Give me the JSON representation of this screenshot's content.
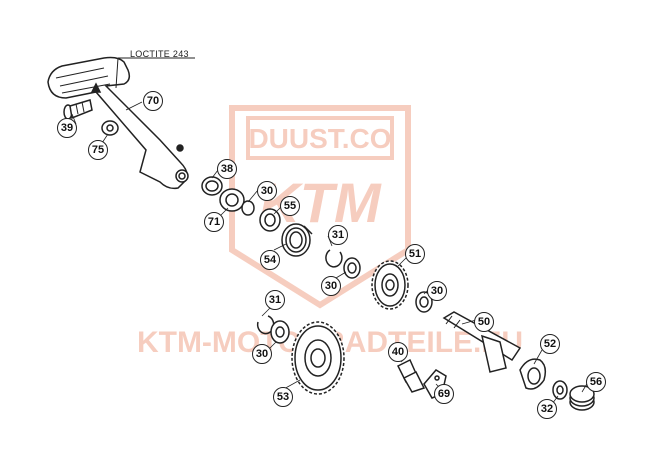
{
  "watermark": {
    "logo_text": "DUUST.CO",
    "brand_text": "KTM",
    "site_text": "KTM-MOTORRADTEILE.EU",
    "color": "#e8714a"
  },
  "note": {
    "text": "LOCTITE 243"
  },
  "callouts": [
    "70",
    "39",
    "75",
    "38",
    "30",
    "71",
    "55",
    "54",
    "31",
    "30",
    "51",
    "30",
    "50",
    "31",
    "30",
    "40",
    "69",
    "52",
    "53",
    "32",
    "56"
  ],
  "colors": {
    "line": "#222222",
    "watermark": "#e8714a"
  }
}
